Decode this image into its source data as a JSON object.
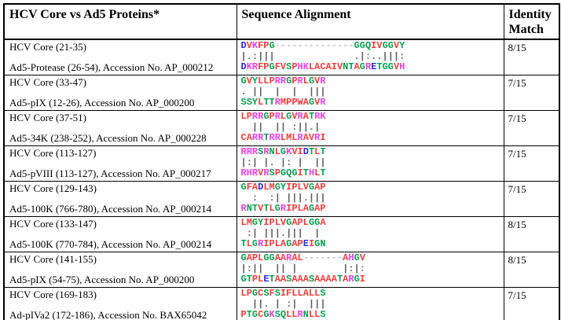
{
  "header": {
    "protein_col": "HCV Core vs Ad5 Proteins*",
    "alignment_col": "Sequence Alignment",
    "identity_col": "Identity Match"
  },
  "palette": {
    "red": "#f43b3b",
    "blue": "#2a2ae0",
    "magenta": "#e93fe9",
    "green": "#089e50",
    "gap": "#c4c4c4",
    "match_line": "#5e5e5e",
    "text": "#000000",
    "border": "#000000"
  },
  "color_groups": {
    "red": "ACFILMPVW",
    "blue": "DE",
    "magenta": "HKR",
    "green": "GNQSTY"
  },
  "rows": [
    {
      "hcv": "HCV Core (21-35)",
      "ad5": "Ad5-Protease (26-54), Accession No. AP_000212",
      "seq_top": "DVKFPG--------------GGQIVGGVY",
      "match": "|.:|||              .|:..|||:",
      "seq_bottom": "DKRFPGFVSPHKLACAIVNTAGRETGGVH",
      "identity": "8/15"
    },
    {
      "hcv": "HCV Core (33-47)",
      "ad5": "Ad5-pIX (12-26), Accession No. AP_000200",
      "seq_top": "GVYLLPRRGPRLGVR",
      "match": ". ||  |  |  |||",
      "seq_bottom": "SSYLTTRMPPWAGVR",
      "identity": "7/15"
    },
    {
      "hcv": "HCV Core (37-51)",
      "ad5": "Ad5-34K (238-252), Accession No. AP_000228",
      "seq_top": "LPRRGPRLGVRATRK",
      "match": "  ||  || :||.| ",
      "seq_bottom": "CARRTRRLMLRAVRI",
      "identity": "7/15"
    },
    {
      "hcv": "HCV Core (113-127)",
      "ad5": "Ad5-pVIII (113-127), Accession No. AP_000217",
      "seq_top": "RRRSRNLGKVIDTLT",
      "match": "|:| |. |: |  ||",
      "seq_bottom": "RHRVRSPGQGITHLT",
      "identity": "7/15"
    },
    {
      "hcv": "HCV Core (129-143)",
      "ad5": "Ad5-100K (766-780), Accession No. AP_000214",
      "seq_top": "GFADLMGYIPLVGAP",
      "match": "  :  :| |||.|||",
      "seq_bottom": "RNTVTLGRIPLAGAP",
      "identity": "7/15"
    },
    {
      "hcv": "HCV Core (133-147)",
      "ad5": "Ad5-100K (770-784), Accession No. AP_000214",
      "seq_top": "LMGYIPLVGAPLGGA",
      "match": " :| |||.|||  | ",
      "seq_bottom": "TLGRIPLAGAPEIGN",
      "identity": "8/15"
    },
    {
      "hcv": "HCV Core (141-155)",
      "ad5": "Ad5-pIX (54-75), Accession No. AP_000200",
      "seq_top": "GAPLGGAARAL-------AHGV",
      "match": "|:||  || |        |:|:",
      "seq_bottom": "GTPLETAASAAASAAAATARGI",
      "identity": "8/15"
    },
    {
      "hcv": "HCV Core (169-183)",
      "ad5": "Ad-pIVa2 (172-186), Accession No. BAX65042",
      "seq_top": "LPGCSFSIFLLALLS",
      "match": "  ||. | :|  |||",
      "seq_bottom": "PTGCGKSQLLRNLLS",
      "identity": "7/15"
    }
  ]
}
